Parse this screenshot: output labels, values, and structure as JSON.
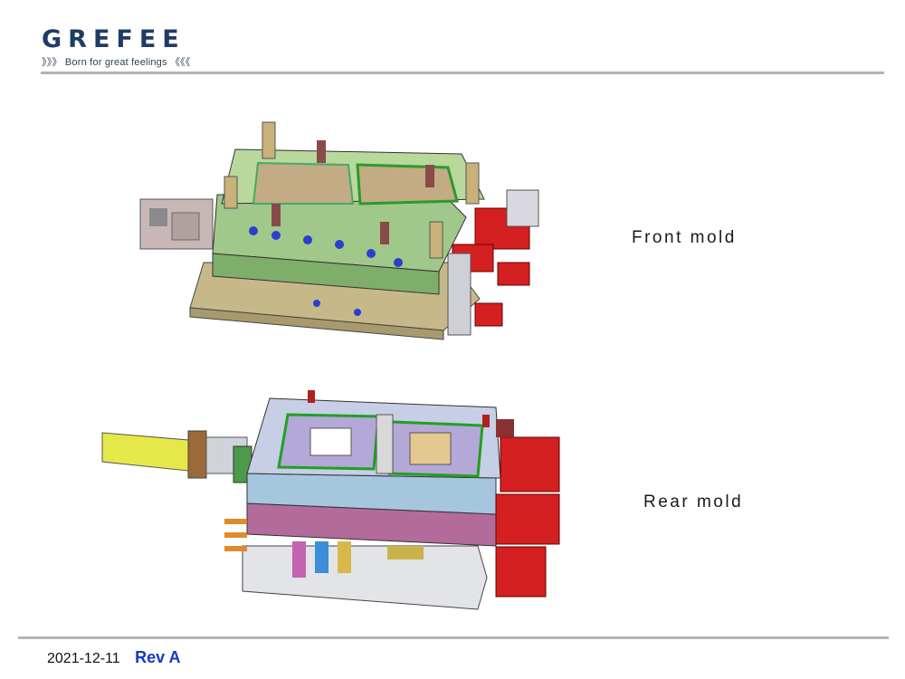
{
  "header": {
    "logo_text": "GREFEE",
    "tagline": "》》》 Born for great feelings 《《《"
  },
  "figures": [
    {
      "label": "Front mold"
    },
    {
      "label": "Rear mold"
    }
  ],
  "footer": {
    "date": "2021-12-11",
    "revision": "Rev A"
  },
  "colors": {
    "brand": "#1f3b66",
    "revision": "#1538c8",
    "rule": "#b4b4b4"
  }
}
